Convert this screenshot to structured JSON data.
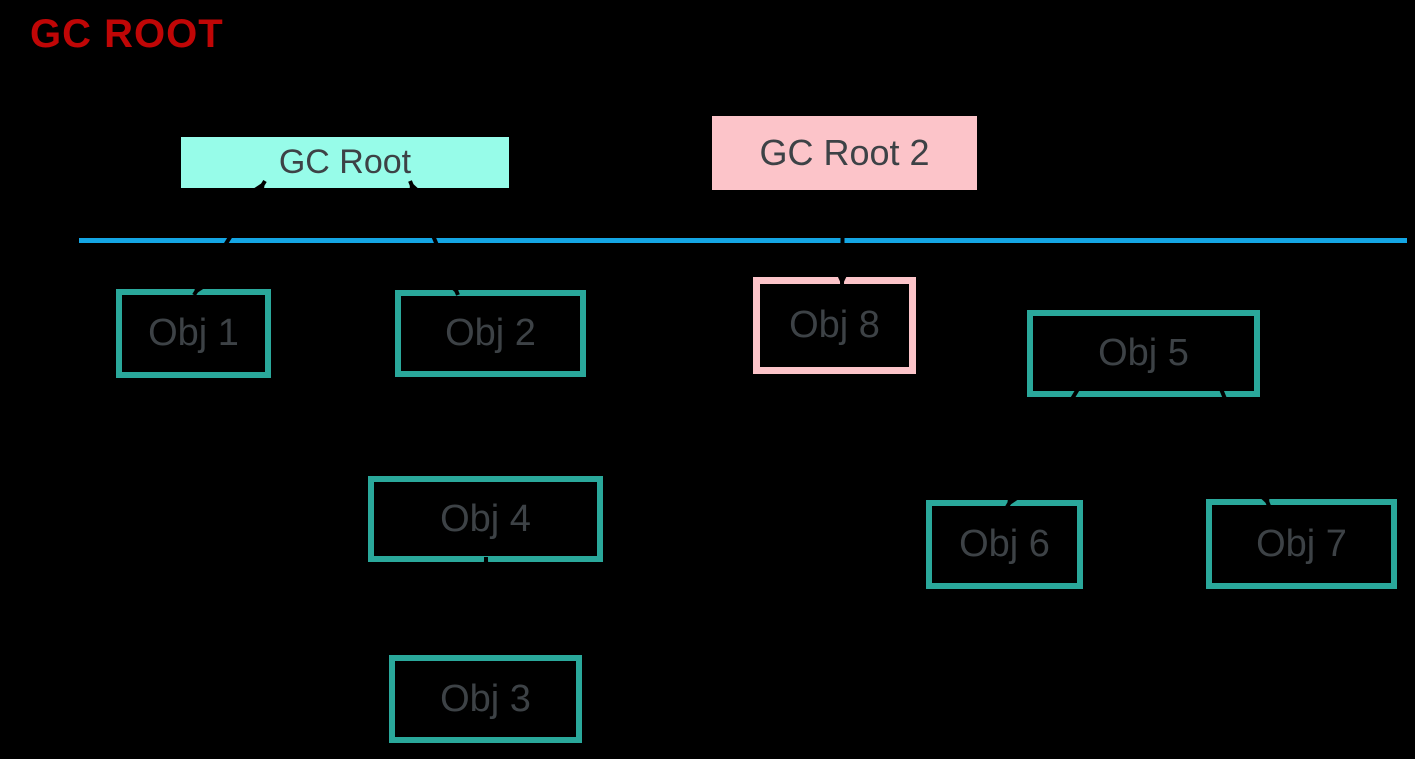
{
  "title": {
    "text": "GC ROOT"
  },
  "nodes": {
    "gc_root": {
      "label": "GC Root",
      "kind": "root"
    },
    "gc_root2": {
      "label": "GC Root 2",
      "kind": "root"
    },
    "obj1": {
      "label": "Obj 1"
    },
    "obj2": {
      "label": "Obj 2"
    },
    "obj3": {
      "label": "Obj 3"
    },
    "obj4": {
      "label": "Obj 4"
    },
    "obj5": {
      "label": "Obj 5"
    },
    "obj6": {
      "label": "Obj 6"
    },
    "obj7": {
      "label": "Obj 7"
    },
    "obj8": {
      "label": "Obj 8",
      "highlight": "pink"
    }
  },
  "edges": [
    {
      "from": "gc_root",
      "to": "obj1",
      "arrowheads": "both"
    },
    {
      "from": "gc_root",
      "to": "obj2",
      "arrowheads": "both"
    },
    {
      "from": "gc_root2",
      "to": "obj8",
      "arrowheads": "end"
    },
    {
      "from": "obj5",
      "to": "obj6",
      "arrowheads": "end"
    },
    {
      "from": "obj5",
      "to": "obj7",
      "arrowheads": "end"
    },
    {
      "from": "obj3",
      "to": "obj4",
      "arrowheads": "end"
    }
  ],
  "separator": {
    "type": "horizontal-line"
  },
  "colors": {
    "title_red": "#C00606",
    "root_fill": "#97FCE9",
    "root2_fill": "#FCC4C9",
    "obj_border": "#2AA89B",
    "obj8_border": "#FCC4C9",
    "separator_blue": "#14A6E4",
    "arrow_black": "#000000",
    "label_gray": "#3D4246",
    "background": "#000000"
  }
}
